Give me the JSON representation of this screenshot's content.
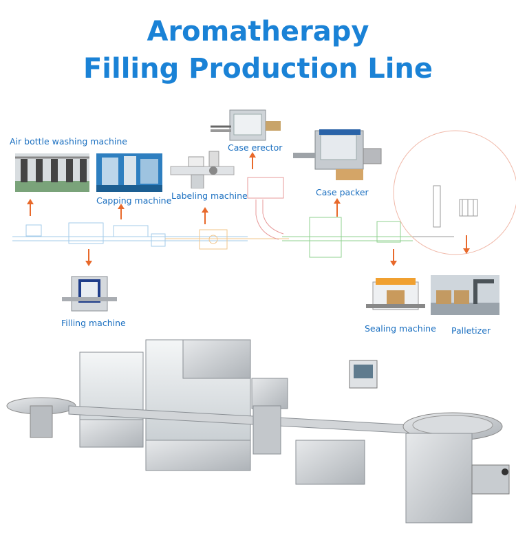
{
  "title": {
    "line1": "Aromatherapy",
    "line2": "Filling Production Line"
  },
  "stations": {
    "air_washing": "Air bottle washing machine",
    "capping": "Capping machine",
    "labeling": "Labeling machine",
    "case_erector": "Case erector",
    "case_packer": "Case packer",
    "filling": "Filling machine",
    "sealing": "Sealing machine",
    "palletizer": "Palletizer"
  },
  "colors": {
    "title": "#1a82d6",
    "label": "#1a6fc0",
    "arrow": "#e8692b",
    "steel": "#c9ccd0"
  }
}
